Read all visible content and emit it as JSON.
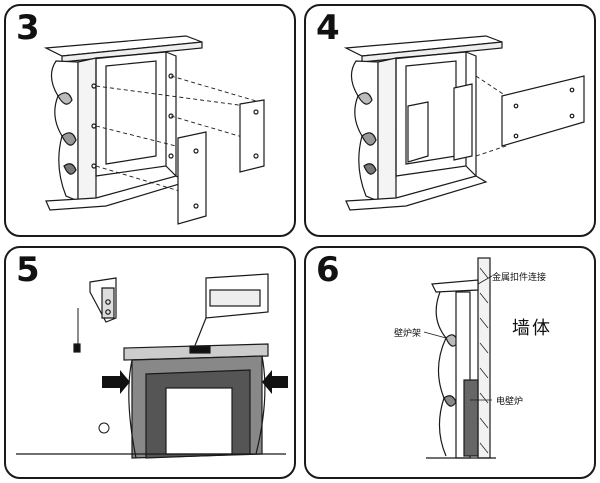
{
  "steps": {
    "s3": "3",
    "s4": "4",
    "s5": "5",
    "s6": "6"
  },
  "labels": {
    "bracket_connection": "金属扣件连接",
    "wall": "墙体",
    "fireplace_frame": "壁炉架",
    "electric_fireplace": "电壁炉"
  },
  "colors": {
    "line": "#1a1a1a",
    "arrow": "#111111",
    "insert_fill": "#666666"
  }
}
